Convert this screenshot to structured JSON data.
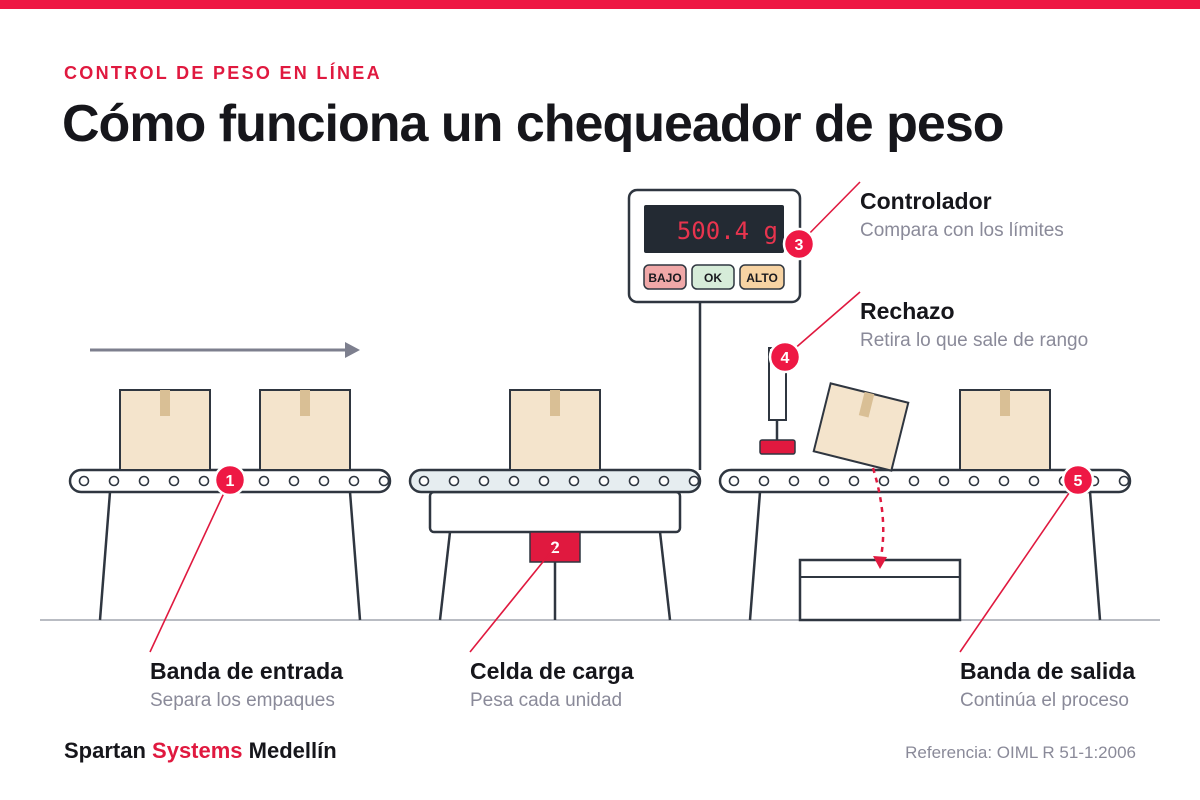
{
  "header": {
    "kicker": "CONTROL DE PESO EN LÍNEA",
    "title": "Cómo funciona un chequeador de peso"
  },
  "display": {
    "reading": "500.4 g",
    "buttons": [
      {
        "label": "BAJO",
        "color": "#f0a8a8"
      },
      {
        "label": "OK",
        "color": "#d6ecd9"
      },
      {
        "label": "ALTO",
        "color": "#f7d3a3"
      }
    ]
  },
  "steps": [
    {
      "number": "1",
      "title": "Banda de entrada",
      "subtitle": "Separa los empaques"
    },
    {
      "number": "2",
      "title": "Celda de carga",
      "subtitle": "Pesa cada unidad"
    },
    {
      "number": "3",
      "title": "Controlador",
      "subtitle": "Compara con los límites"
    },
    {
      "number": "4",
      "title": "Rechazo",
      "subtitle": "Retira lo que sale de rango"
    },
    {
      "number": "5",
      "title": "Banda de salida",
      "subtitle": "Continúa el proceso"
    }
  ],
  "footer": {
    "brand_part1": "Spartan ",
    "brand_accent": "Systems",
    "brand_part2": " Medellín",
    "reference": "Referencia: OIML R 51-1:2006"
  },
  "colors": {
    "accent": "#ee1844",
    "line": "#2f3640",
    "box_fill": "#f4e4cc",
    "tape": "#d9bf95",
    "display_bg": "#232a33",
    "display_text": "#e8344e",
    "muted": "#8a8a99"
  }
}
